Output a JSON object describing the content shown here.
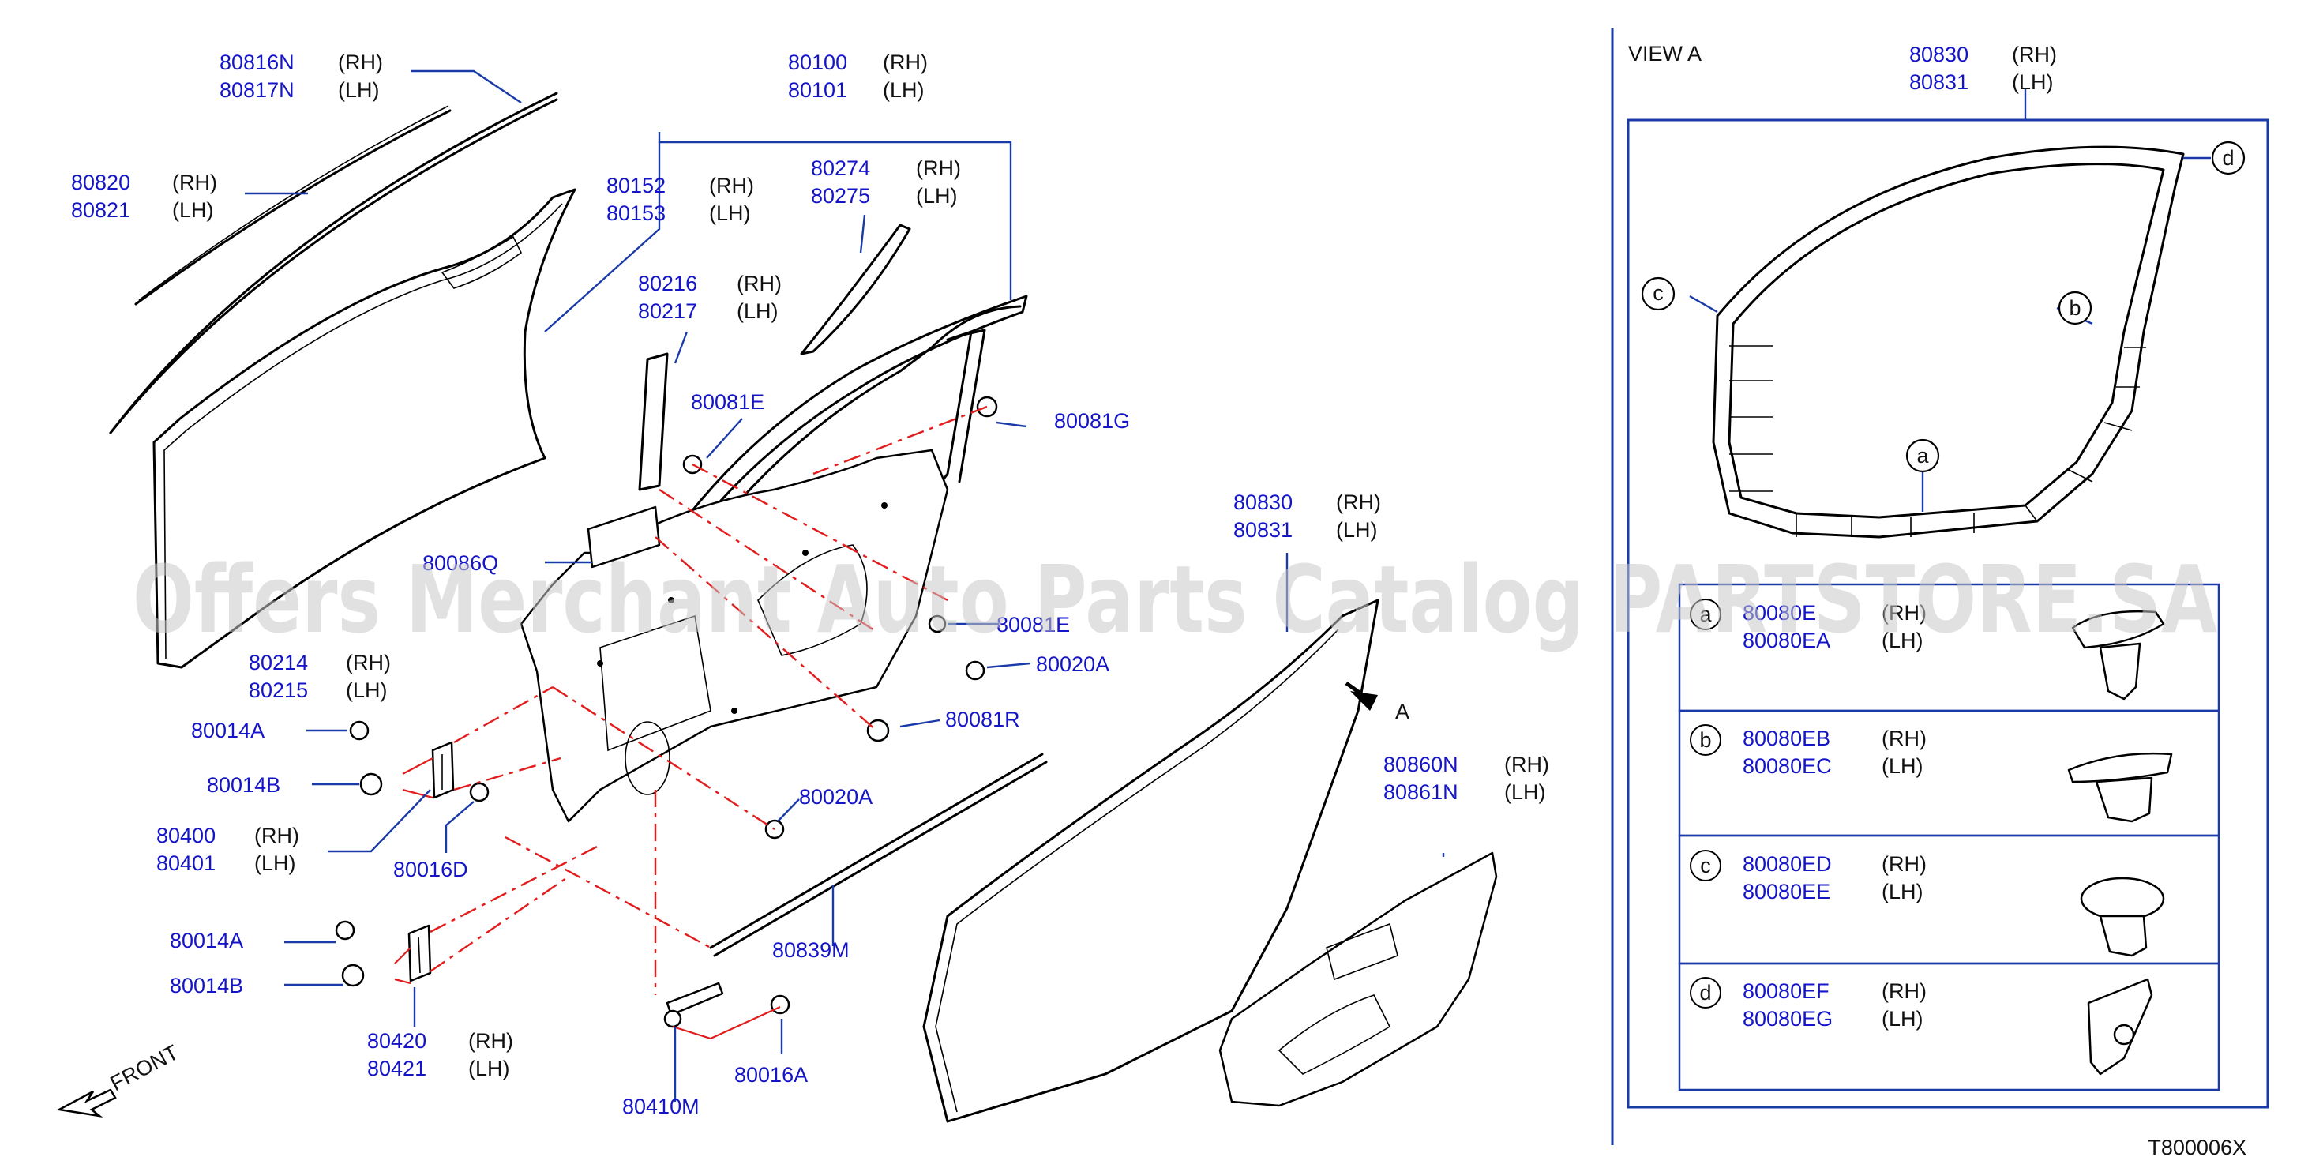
{
  "diagram": {
    "code": "T800006X",
    "watermark": "Offers Merchant Auto Parts Catalog PARTSTORE.SA",
    "front_label": "FRONT",
    "view_arrow_label": "A",
    "callouts": [
      {
        "pn1": "80816N",
        "s1": "(RH)",
        "pn2": "80817N",
        "s2": "(LH)"
      },
      {
        "pn1": "80820",
        "s1": "(RH)",
        "pn2": "80821",
        "s2": "(LH)"
      },
      {
        "pn1": "80100",
        "s1": "(RH)",
        "pn2": "80101",
        "s2": "(LH)"
      },
      {
        "pn1": "80152",
        "s1": "(RH)",
        "pn2": "80153",
        "s2": "(LH)"
      },
      {
        "pn1": "80274",
        "s1": "(RH)",
        "pn2": "80275",
        "s2": "(LH)"
      },
      {
        "pn1": "80216",
        "s1": "(RH)",
        "pn2": "80217",
        "s2": "(LH)"
      },
      {
        "pn1": "80214",
        "s1": "(RH)",
        "pn2": "80215",
        "s2": "(LH)"
      },
      {
        "pn1": "80400",
        "s1": "(RH)",
        "pn2": "80401",
        "s2": "(LH)"
      },
      {
        "pn1": "80420",
        "s1": "(RH)",
        "pn2": "80421",
        "s2": "(LH)"
      },
      {
        "pn1": "80830",
        "s1": "(RH)",
        "pn2": "80831",
        "s2": "(LH)"
      },
      {
        "pn1": "80860N",
        "s1": "(RH)",
        "pn2": "80861N",
        "s2": "(LH)"
      }
    ],
    "singles": [
      "80081E",
      "80081G",
      "80086Q",
      "80081E",
      "80020A",
      "80081R",
      "80014A",
      "80014B",
      "80020A",
      "80016D",
      "80839M",
      "80014A",
      "80014B",
      "80410M",
      "80016A"
    ]
  },
  "view_a": {
    "title": "VIEW   A",
    "callout": {
      "pn1": "80830",
      "s1": "(RH)",
      "pn2": "80831",
      "s2": "(LH)"
    },
    "point_labels": [
      "d",
      "c",
      "b",
      "a"
    ],
    "legend": [
      {
        "letter": "a",
        "pn1": "80080E",
        "s1": "(RH)",
        "pn2": "80080EA",
        "s2": "(LH)"
      },
      {
        "letter": "b",
        "pn1": "80080EB",
        "s1": "(RH)",
        "pn2": "80080EC",
        "s2": "(LH)"
      },
      {
        "letter": "c",
        "pn1": "80080ED",
        "s1": "(RH)",
        "pn2": "80080EE",
        "s2": "(LH)"
      },
      {
        "letter": "d",
        "pn1": "80080EF",
        "s1": "(RH)",
        "pn2": "80080EG",
        "s2": "(LH)"
      }
    ]
  }
}
